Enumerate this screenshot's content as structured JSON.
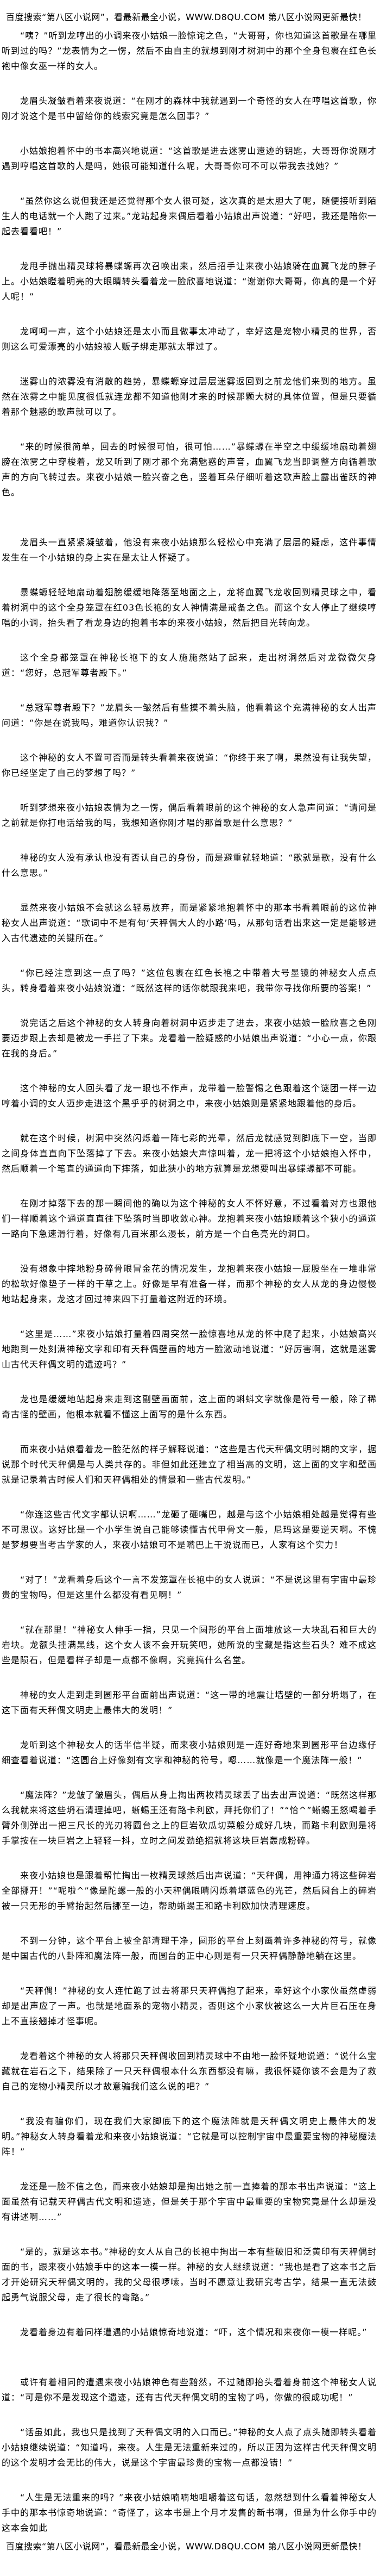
{
  "banner": {
    "top": "百度搜索“第八区小说网”，看最新最全小说，WWW.D8QU.COM   第八区小说网更新最快！",
    "bottom": "百度搜索“第八区小说网”，看最新最全小说，WWW.D8QU.COM   第八区小说网更新最快！"
  },
  "paragraphs": [
    "“咦？”听到龙哼出的小调来夜小姑娘一脸惊诧之色，“大哥哥，你也知道这首歌是在哪里听到过的吗？”龙表情为之一愣，然后不由自主的就想到刚才树洞中的那个全身包裹在红色长袍中像女巫一样的女人。",
    "龙眉头凝皱看着来夜说道：“在刚才的森林中我就遇到一个奇怪的女人在哼唱这首歌，你刚才说这个是书中留给你的线索究竟是怎么回事？”",
    "小姑娘抱着怀中的书本高兴地说道：“这首歌是进去迷雾山遗迹的钥匙，大哥哥你说刚才遇到哼唱这首歌的人是吗，她很可能知道什么呢，大哥哥你可不可以带我去找她？”",
    "“虽然你这么说但我还是还觉得那个女人很可疑，这次真的是太胆大了呢，随便接听到陌生人的电话就一个人跑了过来。”龙站起身来偶后看着小姑娘出声说道：“好吧，我还是陪你一起去看看吧！”",
    "龙甩手抛出精灵球将暴蝶螈再次召唤出来，然后招手让来夜小姑娘骑在血翼飞龙的脖子上。小姑娘瞪着明亮的大眼睛转头看着龙一脸欣喜地说道：“谢谢你大哥哥，你真的是一个好人呢！”",
    "龙呵呵一声，这个小姑娘还是太小而且做事太冲动了，幸好这是宠物小精灵的世界，否则这么可爱漂亮的小姑娘被人贩子绑走那就太罪过了。",
    "迷雾山的浓雾没有消散的趋势，暴蝶螈穿过层层迷雾返回到之前龙他们来到的地方。虽然在浓雾之中能见度很低就连龙都不知道他刚才来的时候那颗大树的具体位置，但是只要循着那个魅惑的歌声就可以了。",
    "“来的时候很简单，回去的时候很可怕，很可怕……”暴蝶螈在半空之中缓缓地扇动着翅膀在浓雾之中穿梭着，龙又听到了刚才那个充满魅惑的声音，血翼飞龙当即调整方向循着歌声的方向飞转过去。来夜小姑娘一脸兴奋之色，竖着耳朵仔细听着这歌声脸上露出雀跃的神色。",
    "龙眉头一直紧紧凝皱着，他没有来夜小姑娘那么轻松心中充满了层层的疑虑，这件事情发生在一个小姑娘的身上实在是太让人怀疑了。",
    "暴蝶螈轻轻地扇动着翅膀缓缓地降落至地面之上，龙将血翼飞龙收回到精灵球之中，看着树洞中的这个全身笼罩在红03色长袍的女人神情满是戒备之色。而这个女人停止了继续哼唱的小调，抬头看了看龙身边的抱着书本的来夜小姑娘，然后把目光转向龙。",
    "这个全身都笼罩在神秘长袍下的女人施施然站了起来，走出树洞然后对龙微微欠身道：“您好，总冠军尊者殿下。”",
    "“总冠军尊者殿下？”龙眉头一皱然后有些摸不着头脑，他看着这个充满神秘的女人出声问道：“你是在说我吗，难道你认识我？”",
    "这个神秘的女人不置可否而是转头看着来夜说道：“你终于来了啊，果然没有让我失望，你已经坚定了自己的梦想了吗？”",
    "听到梦想来夜小姑娘表情为之一愣，偶后看着眼前的这个神秘的女人急声问道：“请问是之前就是你打电话给我的吗，我想知道你刚才唱的那首歌是什么意思？”",
    "神秘的女人没有承认也没有否认自己的身份，而是避重就轻地道：“歌就是歌，没有什么什么意思。”",
    "显然来夜小姑娘不会就这么轻易放弃，而是紧紧地抱着怀中的那本书看着眼前的这位神秘女人出声说道：“歌词中不是有句‘天秤偶大人的小路’吗，从那句话看出来这一定是能够进入古代遗迹的关键所在。”",
    "“你已经注意到这一点了吗？”这位包裹在红色长袍之中带着大号墨镜的神秘女人点点头，转身看着来夜小姑娘说道：“既然这样的话你就跟我来吧，我带你寻找你所要的答案！”",
    "说完话之后这个神秘的女人转身向着树洞中迈步走了进去，来夜小姑娘一脸欣喜之色刚要迈步跟上去却是被龙一手拦了下来。龙看着一脸疑惑的小姑娘出声说道：“小心一点，你跟在我的身后。”",
    "这个神秘的女人回头看了龙一眼也不作声，龙带着一脸警惕之色跟着这个谜团一样一边哼着小调的女人迈步走进这个黑乎乎的树洞之中，来夜小姑娘则是紧紧地跟着他的身后。",
    "就在这个时候，树洞中突然闪烁着一阵七彩的光晕，然后龙就感觉到脚底下一空，当即之间身体直直向下坠落掉了下去。来夜小姑娘大声惊叫着，龙一把将这个小姑娘抱入怀中，然后顺着一个笔直的通道向下摔落，如此狭小的地方就算是龙想要叫出暴蝶螈都不可能。",
    "在刚才掉落下去的那一瞬间他的确以为这个神秘的女人不怀好意，不过看着对方也跟他们一样顺着这个通道直直往下坠落时当即收敛心神。龙抱着来夜小姑娘顺着这个狭小的通道一路向下急速滑行着，好像有几百米那么漫长，前方是一个白色亮光的洞口。",
    "没有想象中摔地粉身碎骨眼冒金花的情况发生，龙抱着来夜小姑娘一屁股坐在一堆非常的松软好像垫子一样的干草之上。好像是早有准备一样，而那个神秘的女人从龙的身边慢慢地站起身来，龙这才回过神来四下打量着这附近的环境。",
    "“这里是……”来夜小姑娘打量着四周突然一脸惊喜地从龙的怀中爬了起来，小姑娘高兴地跑到一处刻满神秘文字和印有天秤偶壁画的地方一脸激动地说道：“好厉害啊，这就是迷雾山古代天秤偶文明的遗迹吗？”",
    "龙也是缓缓地站起身来走到这副壁画面前，这上面的蝌蚪文字就像是符号一般，除了稀奇古怪的壁画，他根本就看不懂这上面写的是什么东西。",
    "而来夜小姑娘看着龙一脸茫然的样子解释说道：“这些是古代天秤偶文明时期的文字，据说那个时代天秤偶是与人类共存的。非但如此还建立了相当高的文明，这上面的文字和壁画就是记录着古时候人们和天秤偶相处的情景和一些古代发明。”",
    "“你连这些古代文字都认识啊……”龙砸了砸嘴巴，越是与这个小姑娘相处越是觉得有些不可思议。这好比是一个小学生说自己能够读懂古代甲骨文一般，尼玛这是要逆天啊。不愧是梦想要当考古学家的人，来夜小姑娘可不是嘴巴上干说说而已，人家有这个实力！",
    "“对了！”龙看着身后这个一言不发笼罩在长袍中的女人说道：“不是说这里有宇宙中最珍贵的宝物吗，但是这里什么都没有看见啊！”",
    "“就在那里！”神秘女人伸手一指，只见一个圆形的平台上面堆放这一大块乱石和巨大的岩块。龙额头挂满黑线，这个女人该不会开玩笑吧，她所说的宝藏是指这些石头？难不成这些是陨石，但是看样子却是一点都不像啊，究竟搞什么名堂。",
    "神秘的女人走到走到圆形平台面前出声说道：“这一带的地震让墙壁的一部分坍塌了，在这下面有天秤偶文明史上最伟大的发明！”",
    "龙听到这个神秘女人的话半信半疑，而来夜小姑娘则是一连好奇地来到圆形平台边缘仔细查看着说道：“这圆台上好像刻有文字和神秘的符号，嗯……就像是一个魔法阵一般！”",
    "“魔法阵？”龙皱了皱眉头，偶后从身上掏出两枚精灵球丢了出去出声说道：“既然这样那么我就来将这些坍石清理掉吧，蜥蜴王还有路卡利欧，拜托你们了！”“恰^”蜥蜴王怒喝着手臂外侧弹出一把三尺长的光刃将圆台之上的巨岩砍瓜切菜般分成好几块，而路卡利欧则是将手掌按在一块巨岩之上轻轻一抖，立时之间发劲绝招就将这块巨岩轰成粉碎。",
    "来夜小姑娘也是跟着帮忙掏出一枚精灵球然后出声说道：“天秤偶，用神通力将这些碎岩全部挪开！”“呢啦^”像是陀螺一般的小天秤偶眼睛闪烁着堪蓝色的光芒，然后圆台上的碎岩被一只无形的手臂抬起然后挪至一边，帮助蜥蜴王和路卡利欧加快清理速度。",
    "不到一分钟，这个平台上被全部清理干净，圆形的平台上刻画着许多神秘的符号，就像是中国古代的八卦阵和魔法阵一般，而圆台的正中心则是有一只天秤偶静静地躺在这里。",
    "“天秤偶！”神秘的女人连忙跑了过去将那只天秤偶抱了起来，幸好这个小家伙虽然虚弱却是出声应了一声。也就是地面系的宠物小精灵，否则这个小家伙被这么一大片巨石压在身上不直接翘掉才怪事呢。",
    "龙看着这个神秘的女人将那只天秤偶收回到精灵球中不由地一脸怀疑地说道：“说什么宝藏就在岩石之下，结果除了一只天秤偶根本什么东西都没有嘛，我很怀疑你该不会是为了救自己的宠物小精灵所以才故意骗我们这么说的吧？”",
    "“我没有骗你们，现在我们大家脚底下的这个魔法阵就是天秤偶文明史上最伟大的发明。”神秘女人转身看着龙和来夜小姑娘说道：“它就是可以控制宇宙中最重要宝物的神秘魔法阵！”",
    "龙还是一脸不信之色，而来夜小姑娘却是掏出她之前一直捧着的那本书出声说道：“这上面虽然有记载天秤偶古代文明和遗迹，但是关于那个宇宙中最重要的宝物究竟是什么却是没有讲述啊……”",
    "“是的，就是这本书。”神秘的女人从自己的长袍中掏出一本有些破旧和泛黄印有天秤偶封面的书，跟来夜小姑娘手中的这本一模一样。神秘的女人继续说道：“我也是看了这本书之后才开始研究天秤偶文明的，我的父母很啰嗦，当时不愿意让我研究考古学，结果一直无法鼓起勇气说服父母，走了很长的弯路。”",
    "龙看着身边有着同样遭遇的小姑娘惊奇地说道：“吓，这个情况和来夜你一模一样呢。”",
    "或许有着相同的遭遇来夜小姑娘神色有些黯然，不过随即抬头看着身前这个神秘女人说道：“可是你不是发现这个遗迹，还有古代天秤偶文明的宝物了吗，你做的很成功呢！”",
    "“话虽如此，我也只是找到了天秤偶文明的入口而已。”神秘的女人点了点头随即转头看着小姑娘继续说道：“知道吗，来夜。人生是无法重新来过的，所以正因为这样古代天秤偶文明的这个发明才会无比的伟大，说是这个宇宙最珍贵的宝物一点都没错！”",
    "“人生是无法重来的吗？”来夜小姑娘喃喃地咀嚼着这句话，忽然想到什么看着神秘女人手中的那本书惊奇地说道：“奇怪了，这本书是上个月才发售的新书啊，但是为什么你手中的这本会如此"
  ]
}
